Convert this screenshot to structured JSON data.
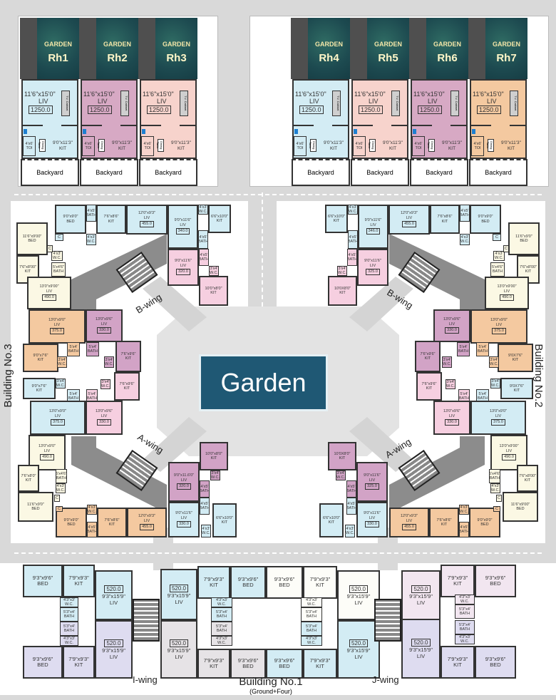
{
  "colors": {
    "blue": "#d3ecf4",
    "mauve": "#d7a9c4",
    "peach": "#f7d3cc",
    "orange": "#f4c9a0",
    "cream": "#fbf8e4",
    "pink": "#f6cfe0",
    "purple": "#d2a3c6",
    "lavender": "#dedcf0",
    "lightpink": "#f2e6f0",
    "grey": "#e6e3e6",
    "white": "#fdfdf8",
    "road": "#d9d9d9",
    "garden": "#1f5874",
    "corridor": "#8c8c8c"
  },
  "row_houses": {
    "common": {
      "garden": "GARDEN",
      "liv_dim": "11'6\"x15'0\"",
      "liv": "LIV",
      "area": "1250.0",
      "toi_dim": "4'x6'",
      "toi": "TOI",
      "kit_dim": "9'0\"x11'3\"",
      "kit": "KIT",
      "dining": "Dining Table",
      "tv": "T.V. Cabinet",
      "backyard": "Backyard"
    },
    "units": [
      {
        "id": "Rh1",
        "color": "blue"
      },
      {
        "id": "Rh2",
        "color": "mauve"
      },
      {
        "id": "Rh3",
        "color": "peach"
      },
      {
        "id": "Rh4",
        "color": "blue"
      },
      {
        "id": "Rh5",
        "color": "peach"
      },
      {
        "id": "Rh6",
        "color": "mauve"
      },
      {
        "id": "Rh7",
        "color": "orange"
      }
    ]
  },
  "garden": {
    "label": "Garden"
  },
  "building3": {
    "label": "Building No.3",
    "b_wing": "B-wing",
    "a_wing": "A-wing",
    "rooms": [
      {
        "dim": "9'0\"x9'0\"",
        "name": "BED",
        "color": "blue"
      },
      {
        "dim": "4'x5'",
        "name": "BATH",
        "color": "blue"
      },
      {
        "dim": "7'6\"x8'6\"",
        "name": "KIT",
        "color": "blue"
      },
      {
        "dim": "12'0\"x9'3\"",
        "name": "LIV",
        "area": "455.0",
        "color": "blue"
      },
      {
        "dim": "4'x3'",
        "name": "W.C.",
        "color": "blue"
      },
      {
        "dim": "9'0\"x11'6\"",
        "name": "LIV",
        "area": "340.0",
        "color": "blue"
      },
      {
        "dim": "4'x3'",
        "name": "W.C.",
        "color": "blue"
      },
      {
        "dim": "6'6\"x10'0\"",
        "name": "KIT",
        "color": "blue"
      },
      {
        "dim": "4'x5'",
        "name": "BATH",
        "color": "blue"
      },
      {
        "dim": "9'0\"x11'6\"",
        "name": "LIV",
        "area": "320.0",
        "color": "pink"
      },
      {
        "dim": "4'x5'",
        "name": "BATH",
        "color": "pink"
      },
      {
        "dim": "3'x4'",
        "name": "W.C.",
        "color": "pink"
      },
      {
        "dim": "10'0\"x8'0\"",
        "name": "KIT",
        "color": "pink"
      },
      {
        "dim": "11'6\"x9'00\"",
        "name": "BED",
        "color": "cream"
      },
      {
        "dim": "7'6\"x8'00\"",
        "name": "KIT",
        "color": "cream"
      },
      {
        "dim": "4'x3'",
        "name": "W.C.",
        "color": "cream"
      },
      {
        "dim": "5'x4'6\"",
        "name": "BATH",
        "color": "cream"
      },
      {
        "dim": "13'0\"x9'00\"",
        "name": "LIV",
        "area": "490.0",
        "color": "cream"
      },
      {
        "dim": "13'0\"x9'0\"",
        "name": "LIV",
        "area": "375.0",
        "color": "orange"
      },
      {
        "dim": "9'0\"x7'6\"",
        "name": "KIT",
        "color": "orange"
      },
      {
        "dim": "5'x4'",
        "name": "BATH",
        "color": "orange"
      },
      {
        "dim": "3'x4'",
        "name": "W.C.",
        "color": "orange"
      },
      {
        "dim": "13'0\"x9'6\"",
        "name": "LIV",
        "area": "330.0",
        "color": "purple"
      },
      {
        "dim": "5'x4'",
        "name": "BATH",
        "color": "purple"
      },
      {
        "dim": "3'x4'",
        "name": "W.C.",
        "color": "purple"
      },
      {
        "dim": "7'6\"x9'6\"",
        "name": "KIT",
        "color": "purple"
      },
      {
        "dim": "",
        "name": "C",
        "color": "blue"
      },
      {
        "dim": "",
        "name": "C",
        "color": "cream"
      },
      {
        "dim": "9'0\"x7'6\"",
        "name": "KIT",
        "color": "blue"
      },
      {
        "dim": "3'x4'",
        "name": "W.C.",
        "color": "blue"
      },
      {
        "dim": "5'x4'",
        "name": "BATH",
        "color": "blue"
      },
      {
        "dim": "13'0\"x9'0\"",
        "name": "LIV",
        "area": "375.0",
        "color": "blue"
      },
      {
        "dim": "5'x4'",
        "name": "BATH",
        "color": "pink"
      },
      {
        "dim": "3'x4'",
        "name": "W.C.",
        "color": "pink"
      },
      {
        "dim": "7'6\"x9'6\"",
        "name": "KIT",
        "color": "pink"
      },
      {
        "dim": "13'0\"x9'6\"",
        "name": "LIV",
        "area": "330.0",
        "color": "pink"
      },
      {
        "dim": "13'0\"x9'0\"",
        "name": "LIV",
        "area": "490.0",
        "color": "cream"
      },
      {
        "dim": "7'6\"x8'0\"",
        "name": "KIT",
        "color": "cream"
      },
      {
        "dim": "5'x4'6\"",
        "name": "BATH",
        "color": "cream"
      },
      {
        "dim": "4'x3'",
        "name": "W.C.",
        "color": "cream"
      },
      {
        "dim": "11'6\"x9'0\"",
        "name": "BED",
        "color": "cream"
      },
      {
        "dim": "9'0\"x9'0\"",
        "name": "BED",
        "color": "orange"
      },
      {
        "dim": "4'x5'",
        "name": "BATH",
        "color": "orange"
      },
      {
        "dim": "4'x3'",
        "name": "W.C.",
        "color": "orange"
      },
      {
        "dim": "7'6\"x8'6\"",
        "name": "KIT",
        "color": "orange"
      },
      {
        "dim": "12'0\"x9'3\"",
        "name": "LIV",
        "area": "455.0",
        "color": "orange"
      },
      {
        "dim": "10'0\"x8'0\"",
        "name": "KIT",
        "color": "purple"
      },
      {
        "dim": "3'x4'",
        "name": "W.C.",
        "color": "purple"
      },
      {
        "dim": "9'0\"x11.6'0\"",
        "name": "LIV",
        "area": "320.0",
        "color": "purple"
      },
      {
        "dim": "4'x5'",
        "name": "BATH",
        "color": "purple"
      },
      {
        "dim": "4'x5'",
        "name": "BATH",
        "color": "blue"
      },
      {
        "dim": "9'0\"x11'6\"",
        "name": "LIV",
        "area": "330.0",
        "color": "blue"
      },
      {
        "dim": "6'6\"x10'0\"",
        "name": "KIT",
        "color": "blue"
      },
      {
        "dim": "4'x3'",
        "name": "W.C.",
        "color": "blue"
      },
      {
        "dim": "",
        "name": "C",
        "color": "orange"
      },
      {
        "dim": "",
        "name": "C",
        "color": "cream"
      }
    ]
  },
  "building2": {
    "label": "Building No.2",
    "b_wing": "B-wing",
    "a_wing": "A-wing",
    "rooms": [
      {
        "dim": "9'0\"x9'0\"",
        "name": "BED",
        "color": "blue"
      },
      {
        "dim": "4'x5'",
        "name": "BATH",
        "color": "blue"
      },
      {
        "dim": "7'6\"x8'6\"",
        "name": "KIT",
        "color": "blue"
      },
      {
        "dim": "12'0\"x9'3\"",
        "name": "LIV",
        "area": "455.0",
        "color": "blue"
      },
      {
        "dim": "4'x3'",
        "name": "W.C.",
        "color": "blue"
      },
      {
        "dim": "9'0\"x11'6\"",
        "name": "LIV",
        "area": "346.0",
        "color": "blue"
      },
      {
        "dim": "4'x3'",
        "name": "W.C.",
        "color": "blue"
      },
      {
        "dim": "6'6\"x10'0\"",
        "name": "KIT",
        "color": "blue"
      },
      {
        "dim": "4'x5'",
        "name": "BATH",
        "color": "blue"
      },
      {
        "dim": "9'0\"x11'6\"",
        "name": "LIV",
        "area": "325.0",
        "color": "pink"
      },
      {
        "dim": "4'x5'",
        "name": "BATH",
        "color": "pink"
      },
      {
        "dim": "3'x4'",
        "name": "W.C.",
        "color": "pink"
      },
      {
        "dim": "10'0X8'0\"",
        "name": "KIT",
        "color": "pink"
      },
      {
        "dim": "11'6\"x9'0\"",
        "name": "BED",
        "color": "cream"
      },
      {
        "dim": "7'6\"x8'00\"",
        "name": "KIT",
        "color": "cream"
      },
      {
        "dim": "4'x3'",
        "name": "W.C.",
        "color": "cream"
      },
      {
        "dim": "5'x4'6\"",
        "name": "BATH",
        "color": "cream"
      },
      {
        "dim": "13'0\"x9'00\"",
        "name": "LIV",
        "area": "490.0",
        "color": "cream"
      },
      {
        "dim": "13'0\"x9'0\"",
        "name": "LIV",
        "area": "375.0",
        "color": "orange"
      },
      {
        "dim": "9'0X7'6\"",
        "name": "KIT",
        "color": "orange"
      },
      {
        "dim": "5'x4'",
        "name": "BATH",
        "color": "orange"
      },
      {
        "dim": "3'x4'",
        "name": "W.C.",
        "color": "orange"
      },
      {
        "dim": "13'0\"x9'6\"",
        "name": "LIV",
        "area": "330.0",
        "color": "purple"
      },
      {
        "dim": "5'x4'",
        "name": "BATH",
        "color": "purple"
      },
      {
        "dim": "3'x4'",
        "name": "W.C.",
        "color": "purple"
      },
      {
        "dim": "7'6\"x9'6\"",
        "name": "KIT",
        "color": "purple"
      },
      {
        "dim": "",
        "name": "C",
        "color": "blue"
      },
      {
        "dim": "",
        "name": "C",
        "color": "cream"
      },
      {
        "dim": "9'0X7'6\"",
        "name": "KIT",
        "color": "blue"
      },
      {
        "dim": "3'x4'",
        "name": "W.C.",
        "color": "blue"
      },
      {
        "dim": "5'x4'",
        "name": "BATH",
        "color": "blue"
      },
      {
        "dim": "13'0\"x9'0\"",
        "name": "LIV",
        "area": "375.0",
        "color": "blue"
      },
      {
        "dim": "5'x4'",
        "name": "BATH",
        "color": "pink"
      },
      {
        "dim": "3'x4'",
        "name": "W.C.",
        "color": "pink"
      },
      {
        "dim": "7'6\"x9'6\"",
        "name": "KIT",
        "color": "pink"
      },
      {
        "dim": "13'0\"x9'6\"",
        "name": "LIV",
        "area": "330.0",
        "color": "pink"
      },
      {
        "dim": "13'0\"x9'00\"",
        "name": "LIV",
        "area": "490.0",
        "color": "cream"
      },
      {
        "dim": "7'6\"x8'00\"",
        "name": "KIT",
        "color": "cream"
      },
      {
        "dim": "5'x4'6\"",
        "name": "BATH",
        "color": "cream"
      },
      {
        "dim": "4'x3'",
        "name": "W.C.",
        "color": "cream"
      },
      {
        "dim": "11'6\"x9'00\"",
        "name": "BED",
        "color": "cream"
      },
      {
        "dim": "9'0\"x9'0\"",
        "name": "BED",
        "color": "orange"
      },
      {
        "dim": "4'x5'",
        "name": "BATH",
        "color": "orange"
      },
      {
        "dim": "4'x3'",
        "name": "W.C.",
        "color": "orange"
      },
      {
        "dim": "7'6\"x8'6\"",
        "name": "KIT",
        "color": "orange"
      },
      {
        "dim": "12'0\"x9'3\"",
        "name": "LIV",
        "area": "455.0",
        "color": "orange"
      },
      {
        "dim": "10'0X8'0\"",
        "name": "KIT",
        "color": "purple"
      },
      {
        "dim": "3'x4'",
        "name": "W.C.",
        "color": "purple"
      },
      {
        "dim": "9'0\"x11'6\"",
        "name": "LIV",
        "area": "325.0",
        "color": "purple"
      },
      {
        "dim": "4'x5'",
        "name": "BATH",
        "color": "purple"
      },
      {
        "dim": "4'x5'",
        "name": "BATH",
        "color": "blue"
      },
      {
        "dim": "9'0\"x11'6\"",
        "name": "LIV",
        "area": "330.0",
        "color": "blue"
      },
      {
        "dim": "6'6\"x10'0\"",
        "name": "KIT",
        "color": "blue"
      },
      {
        "dim": "4'x3'",
        "name": "W.C.",
        "color": "blue"
      },
      {
        "dim": "",
        "name": "C",
        "color": "orange"
      },
      {
        "dim": "",
        "name": "C",
        "color": "cream"
      }
    ]
  },
  "building1": {
    "label": "Building No.1",
    "sublabel": "(Ground+Four)",
    "i_wing": "I-wing",
    "j_wing": "J-wing",
    "rooms": [
      {
        "dim": "9'3\"x9'6\"",
        "name": "BED",
        "color": "blue"
      },
      {
        "dim": "7'9\"x9'3\"",
        "name": "KIT",
        "color": "blue"
      },
      {
        "dim": "9'3\"x15'9\"",
        "name": "LIV",
        "area": "520.0",
        "color": "blue"
      },
      {
        "dim": "4'3\"x3'",
        "name": "W.C.",
        "color": "blue"
      },
      {
        "dim": "5'3\"x4'",
        "name": "BATH",
        "color": "blue"
      },
      {
        "dim": "5'3\"x4'",
        "name": "BATH",
        "color": "lavender"
      },
      {
        "dim": "4'3\"x3'",
        "name": "W.C.",
        "color": "lavender"
      },
      {
        "dim": "9'3\"x9'6\"",
        "name": "BED",
        "color": "lavender"
      },
      {
        "dim": "7'9\"x9'3\"",
        "name": "KIT",
        "color": "lavender"
      },
      {
        "dim": "9'3\"x15'9\"",
        "name": "LIV",
        "area": "520.0",
        "color": "lavender"
      },
      {
        "dim": "9'3\"x15'9\"",
        "name": "LIV",
        "area": "520.0",
        "color": "blue"
      },
      {
        "dim": "7'9\"x9'3\"",
        "name": "KIT",
        "color": "blue"
      },
      {
        "dim": "9'3\"x9'6\"",
        "name": "BED",
        "color": "blue"
      },
      {
        "dim": "4'3\"x3'",
        "name": "W.C.",
        "color": "blue"
      },
      {
        "dim": "5'3\"x4'",
        "name": "BATH",
        "color": "blue"
      },
      {
        "dim": "5'3\"x4'",
        "name": "BATH",
        "color": "grey"
      },
      {
        "dim": "4'3\"x3'",
        "name": "W.C.",
        "color": "grey"
      },
      {
        "dim": "9'3\"x15'9\"",
        "name": "LIV",
        "area": "520.0",
        "color": "grey"
      },
      {
        "dim": "7'9\"x9'3\"",
        "name": "KIT",
        "color": "grey"
      },
      {
        "dim": "9'3\"x9'6\"",
        "name": "BED",
        "color": "grey"
      },
      {
        "dim": "9'3\"x9'6\"",
        "name": "BED",
        "color": "white"
      },
      {
        "dim": "7'9\"x9'3\"",
        "name": "KIT",
        "color": "white"
      },
      {
        "dim": "9'3\"x15'9\"",
        "name": "LIV",
        "area": "520.0",
        "color": "white"
      },
      {
        "dim": "4'3\"x3'",
        "name": "W.C.",
        "color": "white"
      },
      {
        "dim": "5'3\"x4'",
        "name": "BATH",
        "color": "white"
      },
      {
        "dim": "5'3\"x4'",
        "name": "BATH",
        "color": "blue"
      },
      {
        "dim": "4'3\"x3'",
        "name": "W.C.",
        "color": "blue"
      },
      {
        "dim": "9'3\"x9'6\"",
        "name": "BED",
        "color": "blue"
      },
      {
        "dim": "7'9\"x9'3\"",
        "name": "KIT",
        "color": "blue"
      },
      {
        "dim": "9'3\"x15'9\"",
        "name": "LIV",
        "area": "520.0",
        "color": "blue"
      },
      {
        "dim": "9'3\"x15'9\"",
        "name": "LIV",
        "area": "520.0",
        "color": "lightpink"
      },
      {
        "dim": "7'9\"x9'3\"",
        "name": "KIT",
        "color": "lightpink"
      },
      {
        "dim": "9'3\"x9'6\"",
        "name": "BED",
        "color": "lightpink"
      },
      {
        "dim": "4'3\"x3'",
        "name": "W.C.",
        "color": "lightpink"
      },
      {
        "dim": "5'3\"x4'",
        "name": "BATH",
        "color": "lightpink"
      },
      {
        "dim": "5'3\"x4'",
        "name": "BATH",
        "color": "lavender"
      },
      {
        "dim": "4'3\"x3'",
        "name": "W.C.",
        "color": "lavender"
      },
      {
        "dim": "9'3\"x15'9\"",
        "name": "LIV",
        "area": "520.0",
        "color": "lavender"
      },
      {
        "dim": "7'9\"x9'3\"",
        "name": "KIT",
        "color": "lavender"
      },
      {
        "dim": "9'3\"x9'6\"",
        "name": "BED",
        "color": "lavender"
      }
    ]
  }
}
